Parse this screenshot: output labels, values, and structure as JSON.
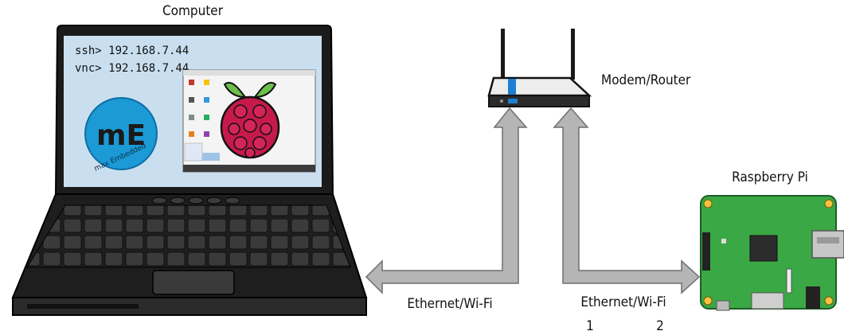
{
  "labels": {
    "computer": "Computer",
    "modem_router": "Modem/Router",
    "raspberry_pi": "Raspberry Pi",
    "link_left": "Ethernet/Wi-Fi",
    "link_right": "Ethernet/Wi-Fi",
    "option_1": "1",
    "option_2": "2"
  },
  "terminal": {
    "line1": "ssh> 192.168.7.44",
    "line2": "vnc> 192.168.7.44"
  },
  "logo": {
    "letters": "mE",
    "brand": "max Embedded"
  },
  "colors": {
    "screen_bg": "#c9dff0",
    "logo_blue": "#1b9ad6",
    "pcb_green": "#3aa845",
    "raspberry_red": "#c51a4a",
    "leaf_green": "#6cc04a",
    "arrow_gray": "#b5b5b5",
    "router_blue": "#1d7fd1"
  }
}
